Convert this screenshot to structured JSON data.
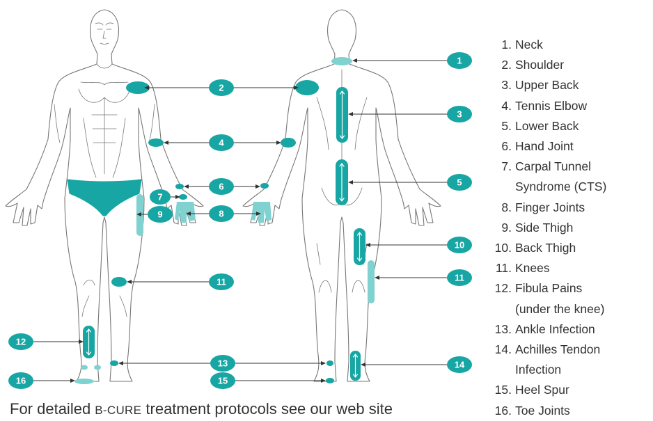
{
  "colors": {
    "accent": "#17a6a3",
    "accent_light": "#7fd2cf",
    "outline": "#777777",
    "text": "#333333"
  },
  "markers": [
    {
      "id": "1",
      "label": "1"
    },
    {
      "id": "2",
      "label": "2"
    },
    {
      "id": "3",
      "label": "3"
    },
    {
      "id": "4",
      "label": "4"
    },
    {
      "id": "5",
      "label": "5"
    },
    {
      "id": "6",
      "label": "6"
    },
    {
      "id": "7",
      "label": "7"
    },
    {
      "id": "8",
      "label": "8"
    },
    {
      "id": "9",
      "label": "9"
    },
    {
      "id": "10",
      "label": "10"
    },
    {
      "id": "11a",
      "label": "11"
    },
    {
      "id": "11b",
      "label": "11"
    },
    {
      "id": "12",
      "label": "12"
    },
    {
      "id": "13",
      "label": "13"
    },
    {
      "id": "14",
      "label": "14"
    },
    {
      "id": "15",
      "label": "15"
    },
    {
      "id": "16",
      "label": "16"
    }
  ],
  "legend": [
    {
      "num": "1.",
      "text": "Neck"
    },
    {
      "num": "2.",
      "text": "Shoulder"
    },
    {
      "num": "3.",
      "text": "Upper Back"
    },
    {
      "num": "4.",
      "text": "Tennis Elbow"
    },
    {
      "num": "5.",
      "text": "Lower Back"
    },
    {
      "num": "6.",
      "text": "Hand Joint"
    },
    {
      "num": "7.",
      "text": "Carpal Tunnel",
      "text2": "Syndrome (CTS)"
    },
    {
      "num": "8.",
      "text": "Finger Joints"
    },
    {
      "num": "9.",
      "text": "Side Thigh"
    },
    {
      "num": "10.",
      "text": "Back Thigh"
    },
    {
      "num": "11.",
      "text": "Knees"
    },
    {
      "num": "12.",
      "text": "Fibula Pains",
      "text2": "(under the knee)"
    },
    {
      "num": "13.",
      "text": "Ankle Infection"
    },
    {
      "num": "14.",
      "text": "Achilles Tendon",
      "text2": "Infection"
    },
    {
      "num": "15.",
      "text": "Heel Spur"
    },
    {
      "num": "16.",
      "text": "Toe Joints"
    }
  ],
  "footer": {
    "prefix": "For detailed ",
    "brand": "B-CURE",
    "suffix": " treatment protocols see our web site"
  }
}
